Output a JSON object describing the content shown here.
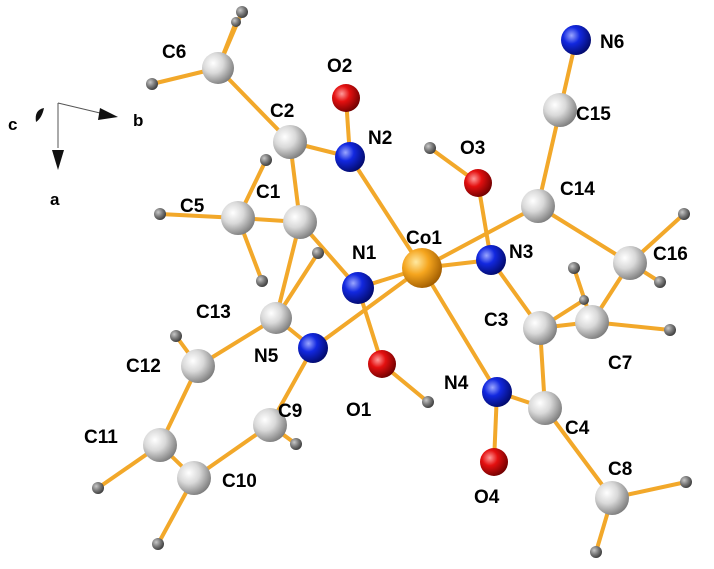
{
  "molecule": {
    "atoms": [
      {
        "id": "Co1",
        "element": "Co",
        "label": "Co1"
      },
      {
        "id": "N1",
        "element": "N",
        "label": "N1"
      },
      {
        "id": "N2",
        "element": "N",
        "label": "N2"
      },
      {
        "id": "N3",
        "element": "N",
        "label": "N3"
      },
      {
        "id": "N4",
        "element": "N",
        "label": "N4"
      },
      {
        "id": "N5",
        "element": "N",
        "label": "N5"
      },
      {
        "id": "N6",
        "element": "N",
        "label": "N6"
      },
      {
        "id": "O1",
        "element": "O",
        "label": "O1"
      },
      {
        "id": "O2",
        "element": "O",
        "label": "O2"
      },
      {
        "id": "O3",
        "element": "O",
        "label": "O3"
      },
      {
        "id": "O4",
        "element": "O",
        "label": "O4"
      },
      {
        "id": "C1",
        "element": "C",
        "label": "C1"
      },
      {
        "id": "C2",
        "element": "C",
        "label": "C2"
      },
      {
        "id": "C3",
        "element": "C",
        "label": "C3"
      },
      {
        "id": "C4",
        "element": "C",
        "label": "C4"
      },
      {
        "id": "C5",
        "element": "C",
        "label": "C5"
      },
      {
        "id": "C6",
        "element": "C",
        "label": "C6"
      },
      {
        "id": "C7",
        "element": "C",
        "label": "C7"
      },
      {
        "id": "C8",
        "element": "C",
        "label": "C8"
      },
      {
        "id": "C9",
        "element": "C",
        "label": "C9"
      },
      {
        "id": "C10",
        "element": "C",
        "label": "C10"
      },
      {
        "id": "C11",
        "element": "C",
        "label": "C11"
      },
      {
        "id": "C12",
        "element": "C",
        "label": "C12"
      },
      {
        "id": "C13",
        "element": "C",
        "label": "C13"
      },
      {
        "id": "C14",
        "element": "C",
        "label": "C14"
      },
      {
        "id": "C15",
        "element": "C",
        "label": "C15"
      },
      {
        "id": "C16",
        "element": "C",
        "label": "C16"
      }
    ],
    "bonds": [
      [
        "Co1",
        "N1"
      ],
      [
        "Co1",
        "N2"
      ],
      [
        "Co1",
        "N3"
      ],
      [
        "Co1",
        "N4"
      ],
      [
        "Co1",
        "N5"
      ],
      [
        "Co1",
        "C14"
      ],
      [
        "N1",
        "C1"
      ],
      [
        "N1",
        "O1"
      ],
      [
        "N2",
        "C2"
      ],
      [
        "N2",
        "O2"
      ],
      [
        "N3",
        "C3"
      ],
      [
        "N3",
        "O3"
      ],
      [
        "N4",
        "C4"
      ],
      [
        "N4",
        "O4"
      ],
      [
        "C1",
        "C2"
      ],
      [
        "C1",
        "C5"
      ],
      [
        "C2",
        "C6"
      ],
      [
        "C1",
        "C13"
      ],
      [
        "N5",
        "C13"
      ],
      [
        "N5",
        "C9"
      ],
      [
        "C13",
        "C12"
      ],
      [
        "C12",
        "C11"
      ],
      [
        "C11",
        "C10"
      ],
      [
        "C10",
        "C9"
      ],
      [
        "C3",
        "C4"
      ],
      [
        "C3",
        "C7"
      ],
      [
        "C4",
        "C8"
      ],
      [
        "C7",
        "C14"
      ],
      [
        "C14",
        "C16"
      ],
      [
        "C14",
        "C15"
      ],
      [
        "C15",
        "N6"
      ]
    ],
    "element_colors": {
      "Co": "#f2a11a",
      "N": "#0a1fd6",
      "O": "#e00d0d",
      "C": "#d6d6d6",
      "H": "#808080",
      "bond": "#f2a82a"
    }
  },
  "axes": {
    "a": "a",
    "b": "b",
    "c": "c"
  }
}
